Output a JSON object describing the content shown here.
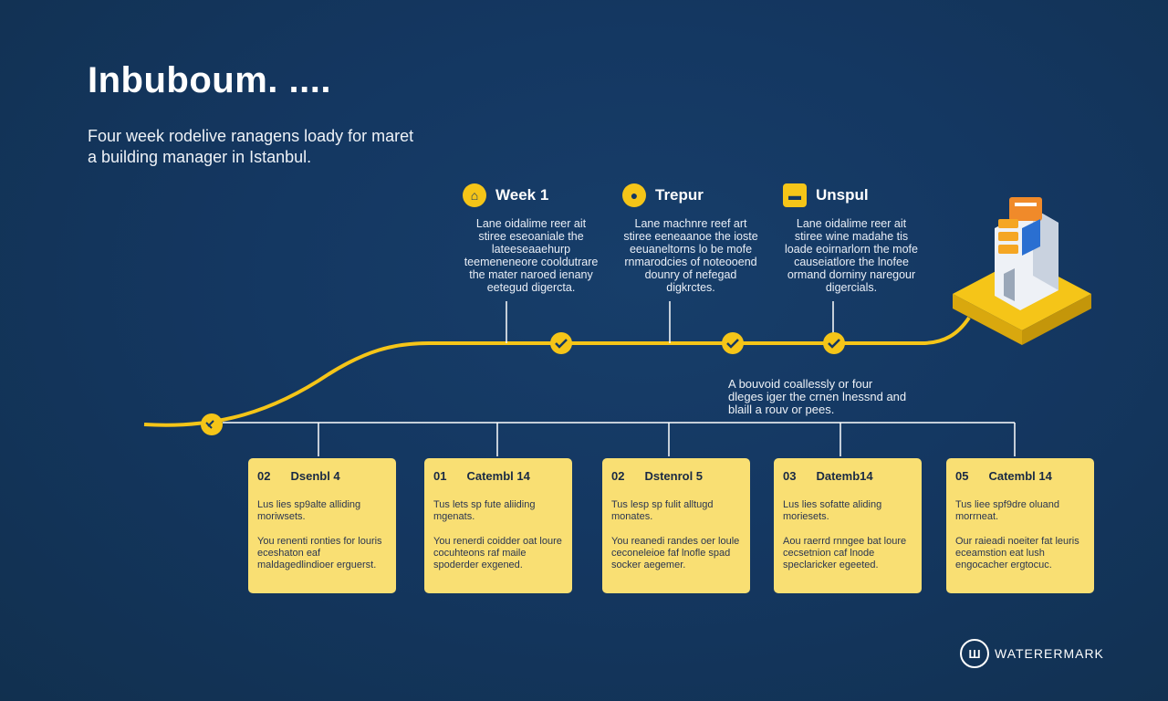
{
  "title": "Inbuboum. ....",
  "subtitle": "Four week rodelive ranagens loady for maret a building manager in Istanbul.",
  "phases": [
    {
      "icon": "home-icon",
      "title": "Week 1",
      "desc": "Lane oidalime reer ait stiree eseoaniale the lateeseaaehurp teemeneneore cooldutrare the mater naroed ienany eetegud digercta."
    },
    {
      "icon": "location-pin-icon",
      "title": "Trepur",
      "desc": "Lane machnre reef art stiree eeneaanoe the ioste eeuaneltorns lo be mofe rnmarodcies of noteooend dounry of nefegad digkrctes."
    },
    {
      "icon": "card-icon",
      "title": "Unspul",
      "desc": "Lane oidalime reer ait stiree wine madahe tis loade eoirnarlorn the mofe causeiatlore the lnofee ormand dorniny naregour digercials."
    }
  ],
  "note": "A bouvoid coallessly or four dleges iger the crnen lnessnd and blaill a rouv or pees.",
  "cards": [
    {
      "num": "02",
      "title": "Dsenbl 4",
      "p1": "Lus lies sp9alte alliding moriwsets.",
      "p2": "You renenti ronties for louris eceshaton eaf maldagedlindioer erguerst."
    },
    {
      "num": "01",
      "title": "Catembl 14",
      "p1": "Tus lets sp fute aliiding mgenats.",
      "p2": "You renerdi coidder oat loure cocuhteons raf maile spoderder exgened."
    },
    {
      "num": "02",
      "title": "Dstenrol 5",
      "p1": "Tus lesp sp fulit alltugd monates.",
      "p2": "You reanedi randes oer loule ceconeleioe faf lnofle spad socker aegemer."
    },
    {
      "num": "03",
      "title": "Datemb14",
      "p1": "Lus lies sofatte aliding moriesets.",
      "p2": "Aou raerrd rnngee bat loure cecsetnion caf lnode speclaricker egeeted."
    },
    {
      "num": "05",
      "title": "Catembl 14",
      "p1": "Tus liee spf9dre oluand morrneat.",
      "p2": "Our raieadi noeiter fat leuris eceamstion eat lush engocacher ergtocuc."
    }
  ],
  "watermark": "WATERERMARK",
  "colors": {
    "background": "#143761",
    "accent": "#f5c518",
    "card": "#f9df73",
    "line": "#ffffff"
  }
}
